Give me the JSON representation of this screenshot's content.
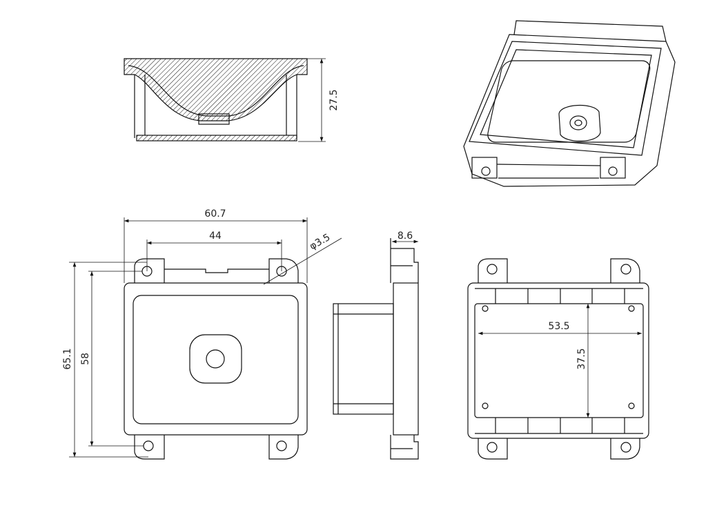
{
  "dimensions": {
    "section_height": "27.5",
    "overall_width": "60.7",
    "hole_spacing": "44",
    "hole_diameter": "φ3.5",
    "depth": "8.6",
    "overall_height": "65.1",
    "hole_vertical_spacing": "58",
    "window_width": "53.5",
    "window_height": "37.5"
  },
  "colors": {
    "line": "#111111",
    "background": "#ffffff"
  }
}
